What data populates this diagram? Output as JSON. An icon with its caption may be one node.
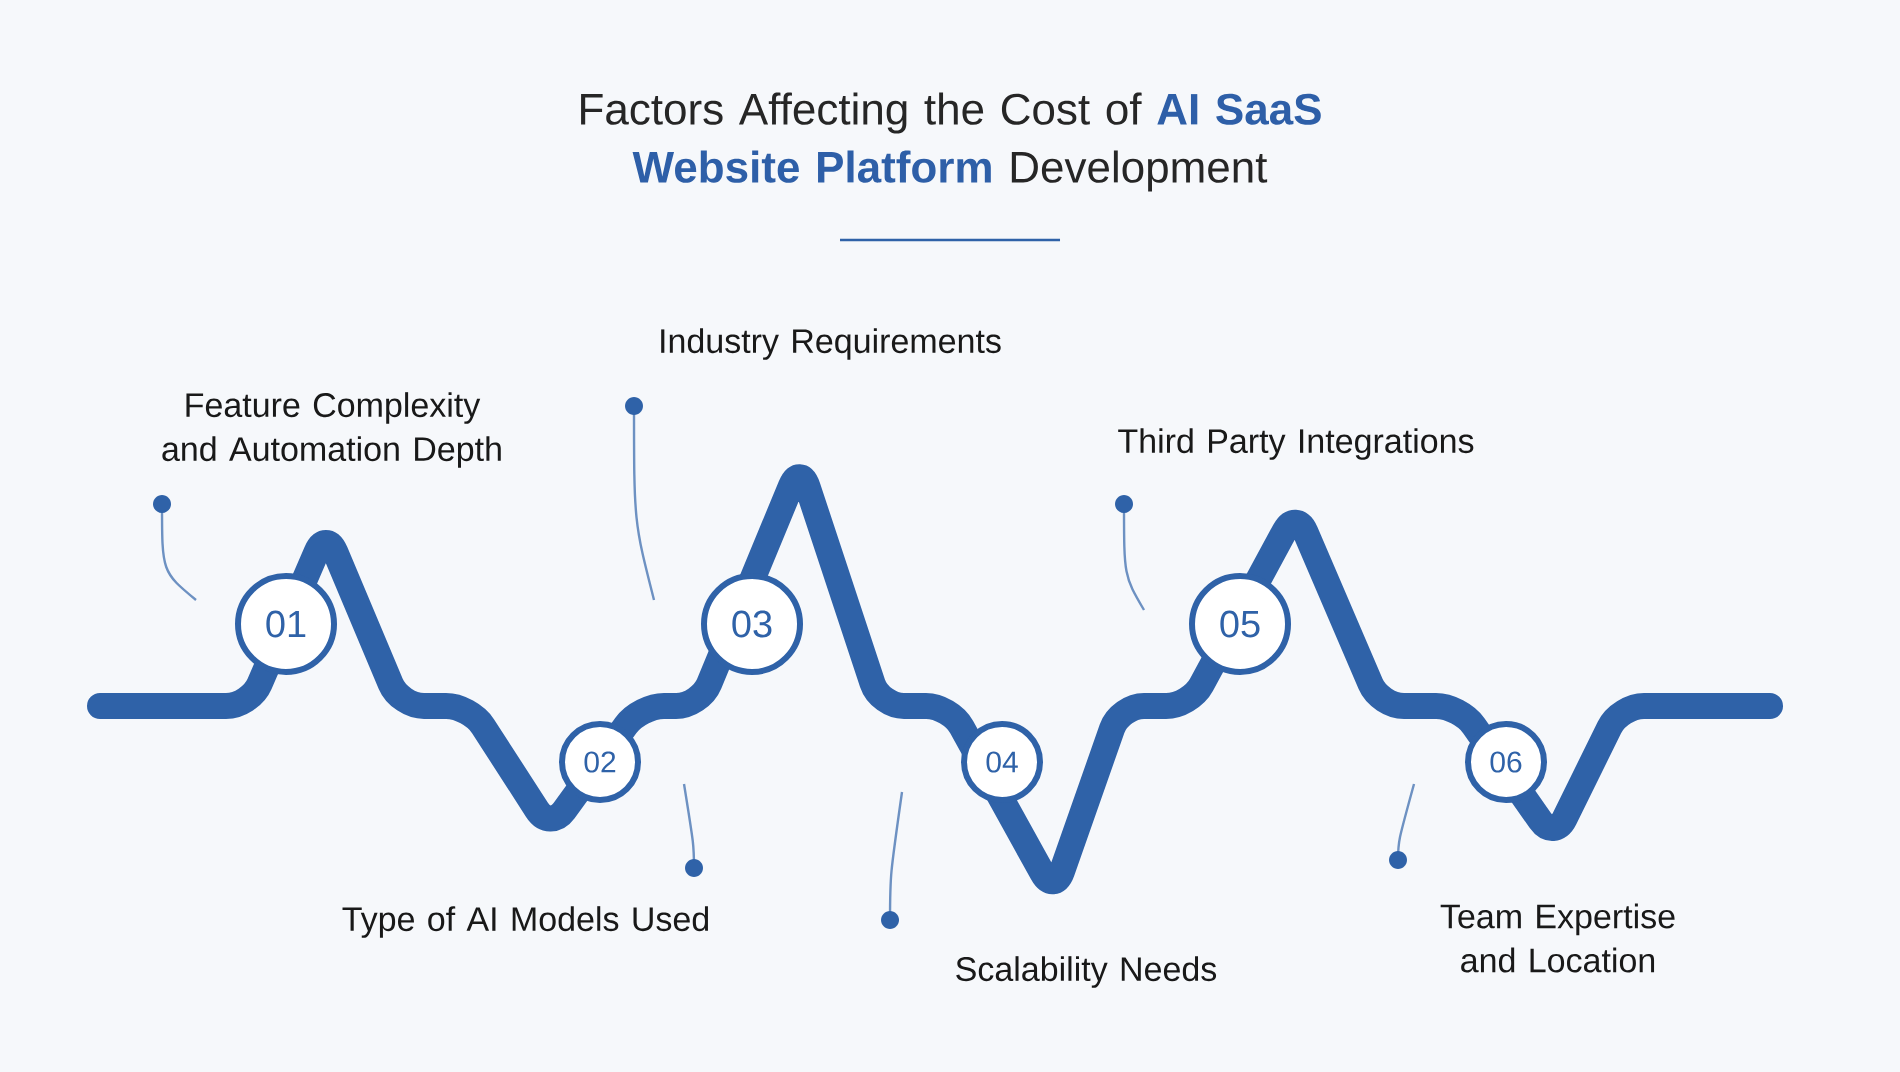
{
  "diagram": {
    "title": "Factors Affecting the Cost of **AI SaaS Website Platform** Development",
    "nodes": [
      {
        "text": [
          "01"
        ]
      },
      {
        "text": [
          "02"
        ]
      },
      {
        "text": [
          "03"
        ]
      },
      {
        "text": [
          "04"
        ]
      },
      {
        "text": [
          "05"
        ]
      },
      {
        "text": [
          "06"
        ]
      }
    ],
    "labels": [
      "Feature Complexity and Automation Depth",
      "Industry Requirements",
      "Third Party Integrations",
      "Type of AI Models Used",
      "Scalability Needs",
      "Team Expertise and Location"
    ]
  }
}
